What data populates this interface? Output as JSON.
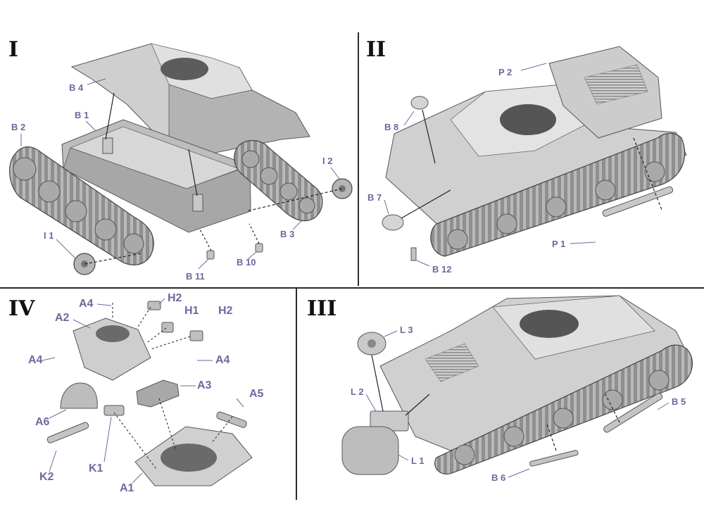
{
  "colors": {
    "ink": "#111111",
    "label": "#6b6a9e",
    "part_fill": "#c9c9c9",
    "part_shade": "#9d9d9d",
    "part_dark": "#6e6e6e",
    "line": "#2b2b2b"
  },
  "panels": [
    {
      "step": "I",
      "labels": [
        "B 4",
        "B 1",
        "B 2",
        "I 2",
        "I 1",
        "B 3",
        "B 11",
        "B 10"
      ]
    },
    {
      "step": "II",
      "labels": [
        "P 2",
        "B 8",
        "B 7",
        "P 1",
        "B 12"
      ]
    },
    {
      "step": "IV",
      "labels": [
        "A4",
        "H2",
        "A2",
        "H1",
        "H2",
        "A4",
        "A4",
        "A3",
        "A6",
        "A5",
        "K1",
        "K2",
        "A1"
      ]
    },
    {
      "step": "III",
      "labels": [
        "L 3",
        "L 2",
        "L 1",
        "B 5",
        "B 6"
      ]
    }
  ]
}
